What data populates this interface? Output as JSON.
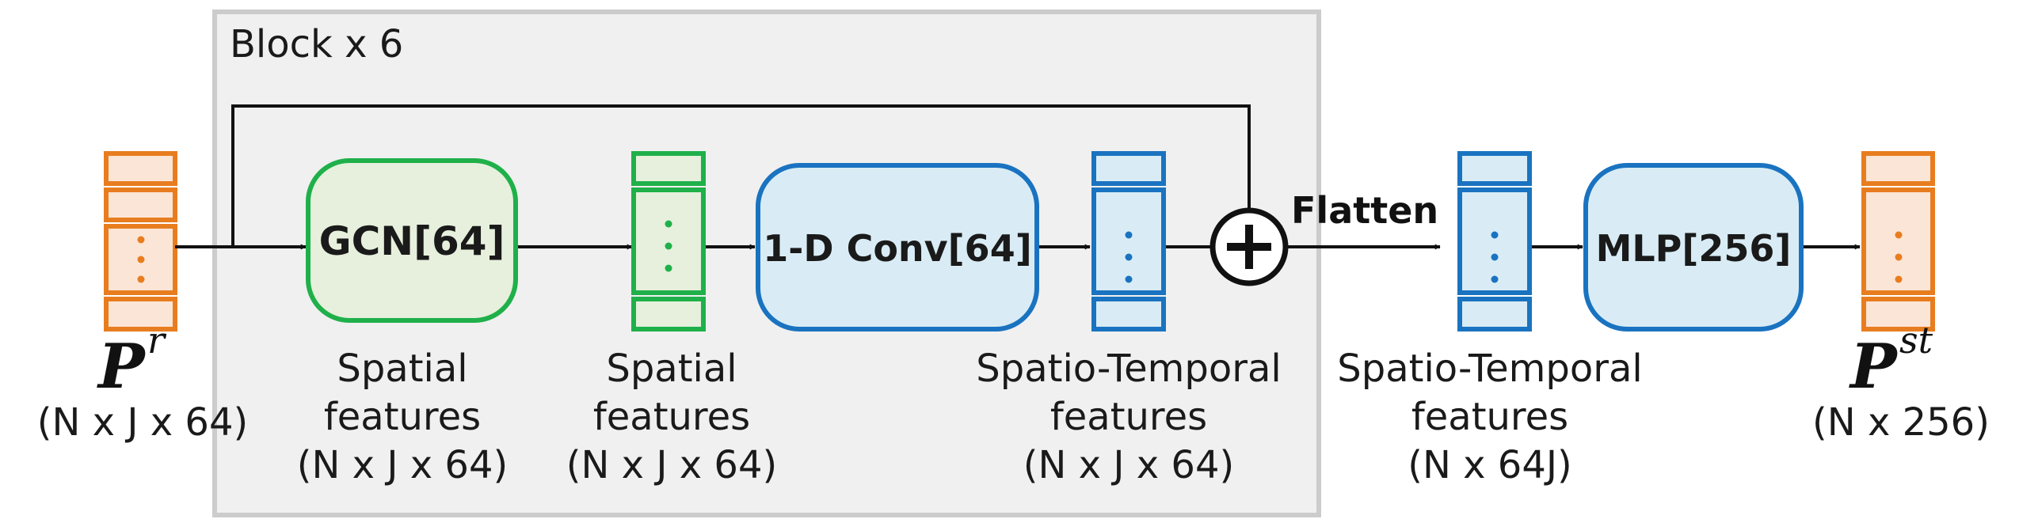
{
  "block": {
    "title": "Block x 6"
  },
  "nodes": {
    "gcn": "GCN[64]",
    "conv": "1-D Conv[64]",
    "mlp": "MLP[256]"
  },
  "ops": {
    "flatten": "Flatten"
  },
  "input": {
    "symbol": "P",
    "superscript": "r",
    "shape": "(N x J x 64)"
  },
  "output": {
    "symbol": "P",
    "superscript": "st",
    "shape": "(N x  256)"
  },
  "labels": {
    "gcn_out": {
      "line1": "Spatial",
      "line2": "features",
      "shape": "(N x J x 64)"
    },
    "spatial_vec": {
      "line1": "Spatial",
      "line2": "features",
      "shape": "(N x J x 64)"
    },
    "conv_out": {
      "line1": "Spatio-Temporal",
      "line2": "features",
      "shape": "(N x J x 64)"
    },
    "flat_out": {
      "line1": "Spatio-Temporal",
      "line2": "features",
      "shape": "(N x 64J)"
    }
  },
  "colors": {
    "orange": "#e87d1f",
    "orange_fill": "#fbe5d6",
    "green": "#1fb04a",
    "green_fill": "#e6f0dc",
    "blue": "#1a73c0",
    "blue_fill": "#d9ecf5",
    "block_stroke": "#cccccc",
    "block_fill": "#f0f0f0"
  },
  "icons": {
    "add": "circled-plus-icon",
    "dots": "vertical-ellipsis-icon"
  }
}
